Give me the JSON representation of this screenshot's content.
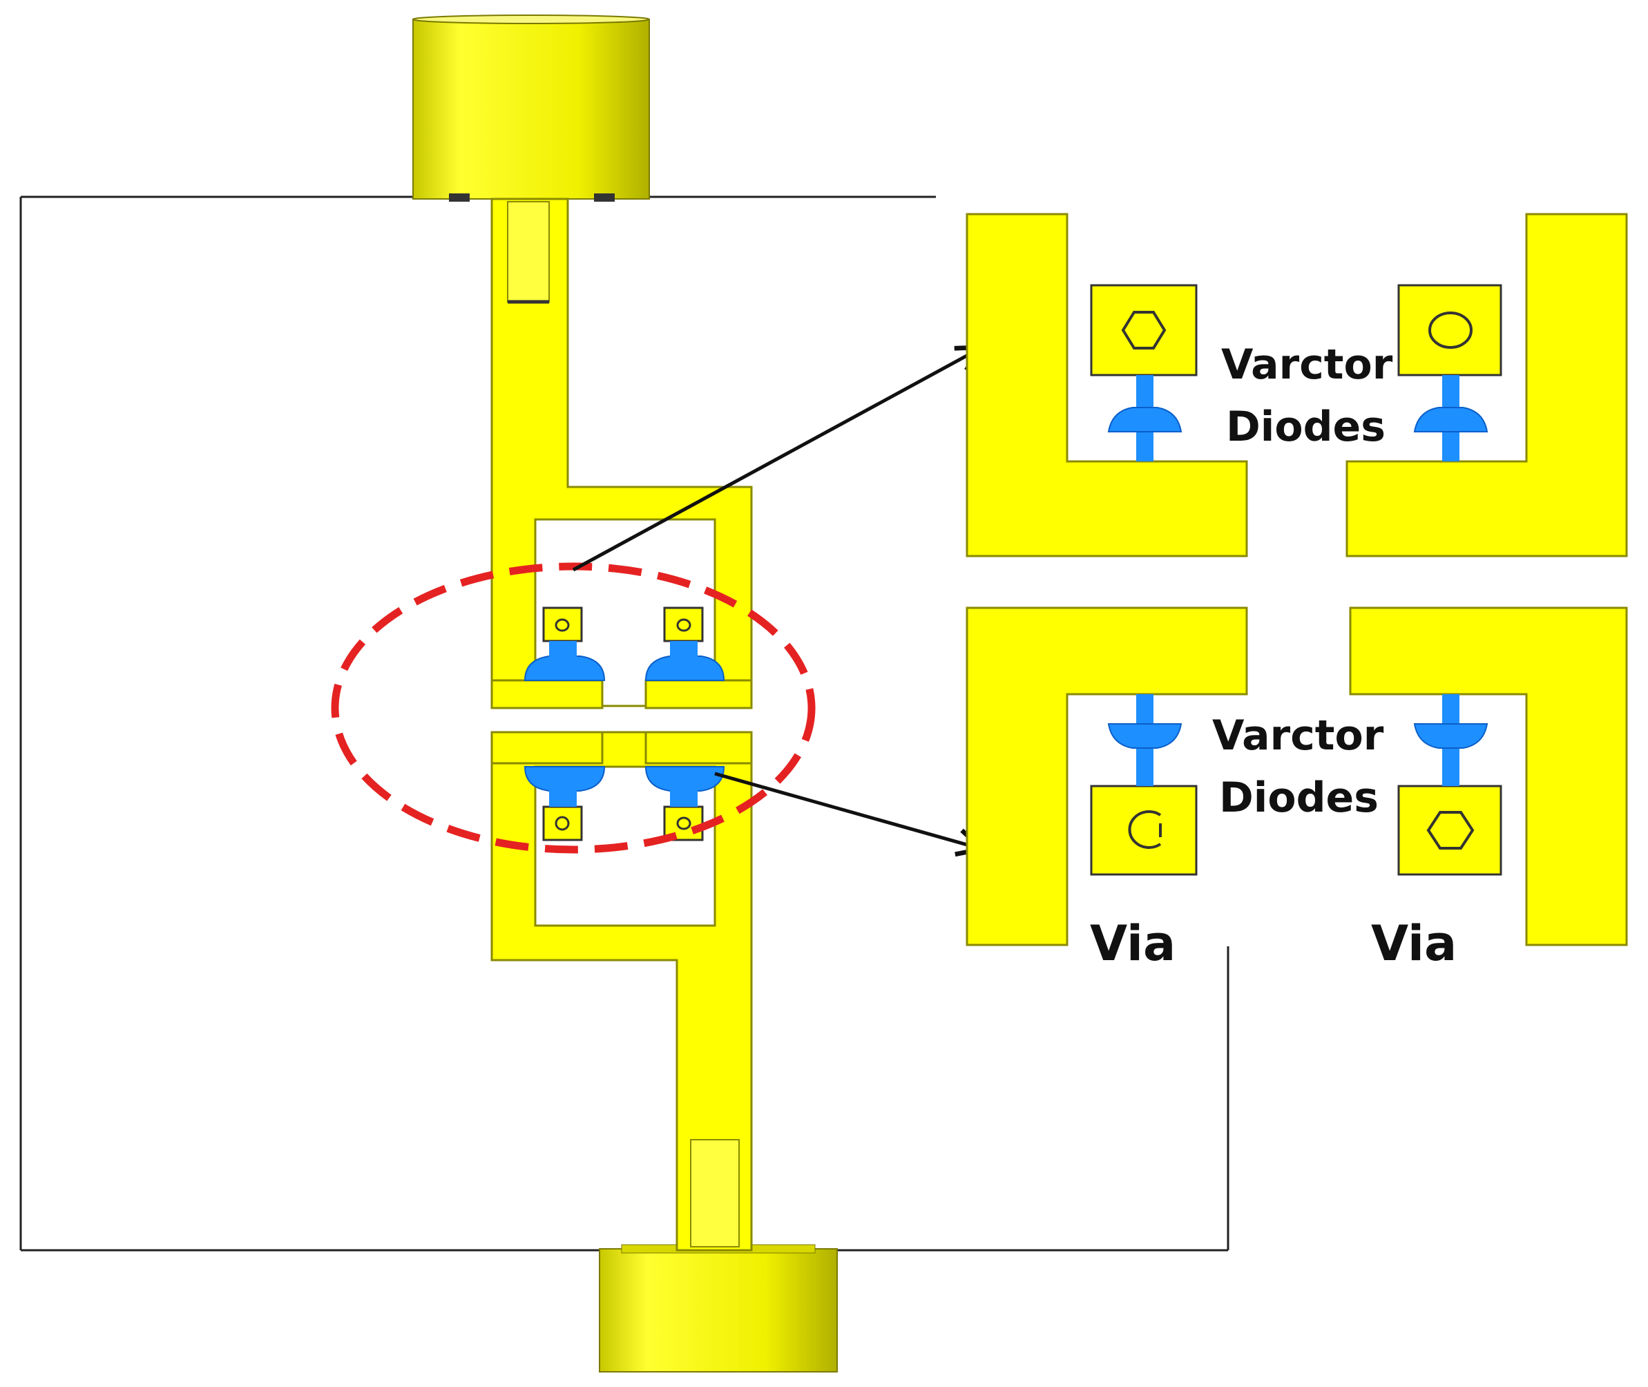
{
  "labels": {
    "varactor_top_line1": "Varctor",
    "varactor_top_line2": "Diodes",
    "varactor_bottom_line1": "Varctor",
    "varactor_bottom_line2": "Diodes",
    "via_left": "Via",
    "via_right": "Via"
  },
  "colors": {
    "copper": "#ffff00",
    "copper_edge": "#8a8a00",
    "connector": "#e6e600",
    "diode": "#1e8fff",
    "diode_dark": "#0a5fc8",
    "callout_ellipse": "#e52222",
    "arrow": "#111111",
    "substrate_outline": "#222222"
  }
}
